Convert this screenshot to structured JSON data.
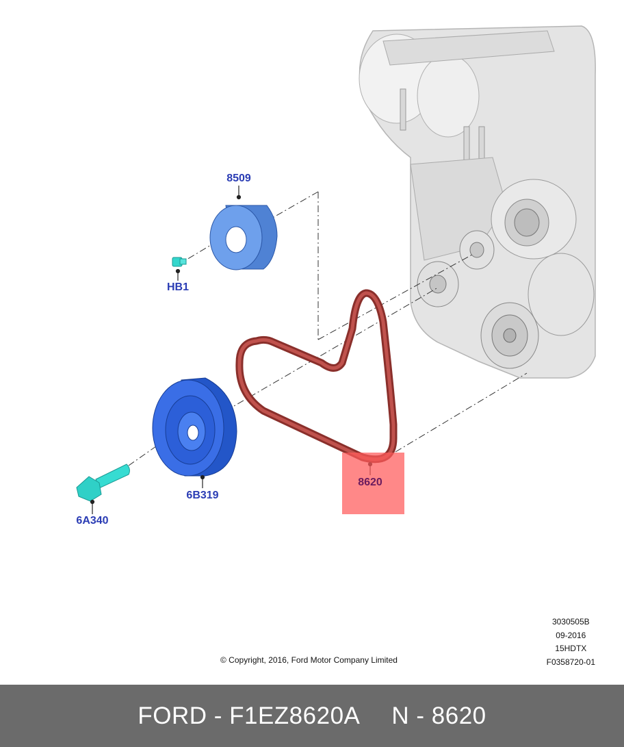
{
  "callouts": {
    "pulley": "8509",
    "bolt_small": "HB1",
    "belt": "8620",
    "damper": "6B319",
    "bolt_large": "6A340"
  },
  "meta": {
    "code": "3030505B",
    "date": "09-2016",
    "model": "15HDTX",
    "ref": "F0358720-01",
    "copyright": "© Copyright, 2016, Ford Motor Company Limited"
  },
  "footer": {
    "part_label": "FORD - F1EZ8620A",
    "ref_label": "N - 8620"
  },
  "colors": {
    "belt": "#a8433f",
    "pulley": "#5a8fe0",
    "damper": "#2f66e0",
    "bolt": "#2fd8d0",
    "engine": "#e6e6e6",
    "footer_bg": "#6b6b6b"
  }
}
